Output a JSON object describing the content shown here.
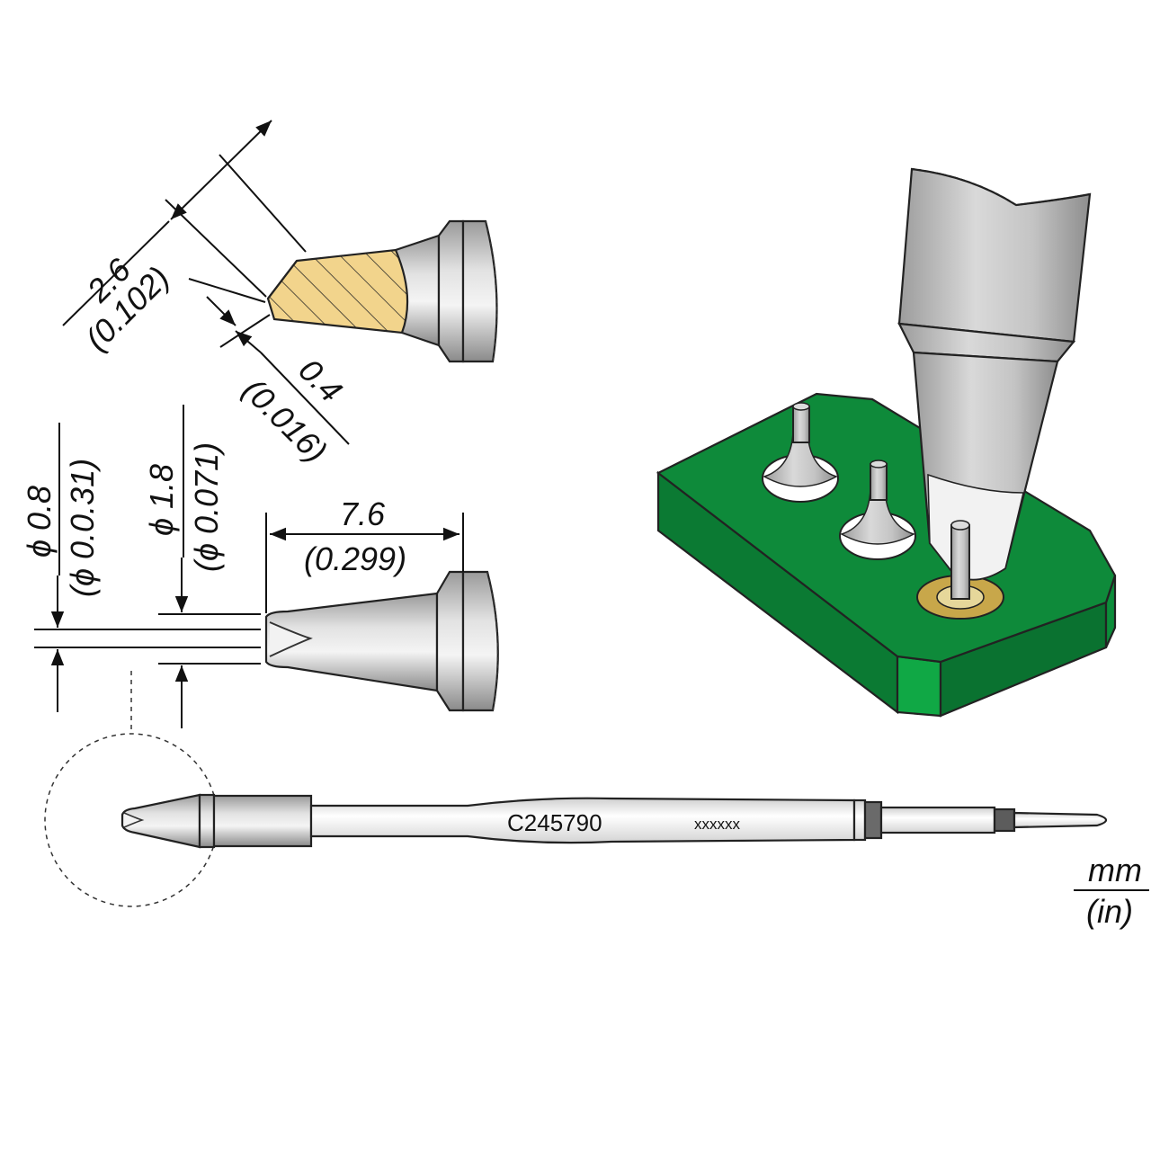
{
  "diagram": {
    "tip_detail_top": {
      "bevel_length": {
        "mm": "2.6",
        "in": "(0.102)"
      },
      "edge_width": {
        "mm": "0.4",
        "in": "(0.016)"
      }
    },
    "tip_detail_side": {
      "hole_diameter": {
        "mm": "ϕ 0.8",
        "in": "(ϕ 0.0.31)"
      },
      "outer_diameter": {
        "mm": "ϕ 1.8",
        "in": "(ϕ 0.071)"
      },
      "taper_length": {
        "mm": "7.6",
        "in": "(0.299)"
      }
    },
    "cartridge": {
      "part_number": "C245790",
      "serial_placeholder": "xxxxxx"
    },
    "units": {
      "primary": "mm",
      "secondary": "(in)"
    },
    "colors": {
      "pcb": "#0e8a3a",
      "pcb_side": "#0a7030",
      "solder_pad": "#c8a74a",
      "tin_hatch": "#f2d48c",
      "steel": "#c8c8c8"
    }
  }
}
